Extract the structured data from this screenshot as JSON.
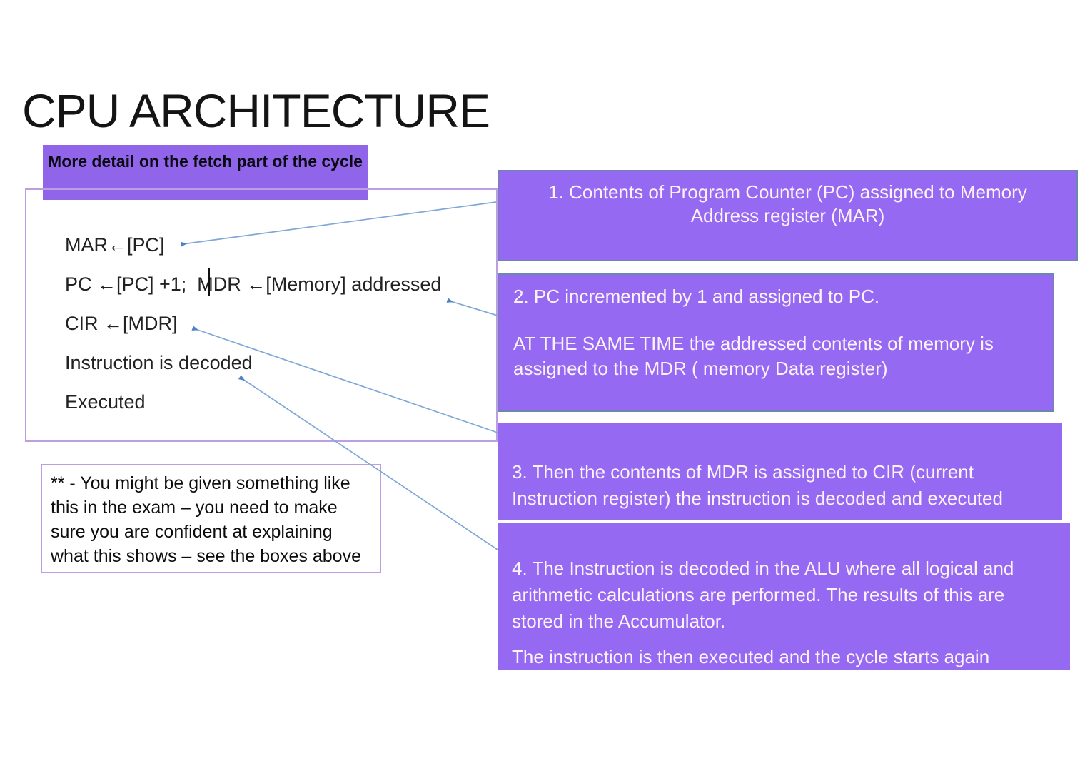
{
  "slide": {
    "title": "CPU ARCHITECTURE",
    "header_box": {
      "text": "More detail on the fetch part of the cycle"
    },
    "code_box": {
      "lines": [
        "MAR←[PC]",
        "PC ←[PC] +1;  MDR ←[Memory] addressed",
        "CIR ←[MDR]",
        "Instruction is decoded",
        "Executed"
      ]
    },
    "exam_note": {
      "text": "** - You might be given something like this in the exam – you need to make sure you are confident at explaining what this shows – see the boxes above"
    },
    "callouts": [
      {
        "id": "1",
        "text": "1. Contents of Program Counter (PC) assigned to Memory Address register (MAR)"
      },
      {
        "id": "2",
        "paragraphs": [
          "2. PC incremented by 1 and assigned to PC.",
          "AT THE SAME TIME the addressed contents of memory is assigned to the MDR ( memory Data register)"
        ]
      },
      {
        "id": "3",
        "text": "3. Then the contents of MDR is assigned to CIR (current Instruction register) the instruction is decoded and executed"
      },
      {
        "id": "4",
        "paragraphs": [
          "4. The Instruction is decoded in the ALU where all logical and arithmetic calculations are performed. The results of this are stored in the Accumulator.",
          "The instruction is then executed and the cycle starts again"
        ]
      }
    ],
    "connections": [
      {
        "from": "callout-step-1",
        "to": "pseudocode-line-mar"
      },
      {
        "from": "callout-step-2",
        "to": "pseudocode-line-pc-mdr"
      },
      {
        "from": "callout-step-3",
        "to": "pseudocode-line-cir"
      },
      {
        "from": "callout-step-4",
        "to": "pseudocode-line-decoded"
      }
    ],
    "colors": {
      "callout_fill": "#9569f2",
      "header_fill": "#9165ea",
      "callout_border": "#6b87ad",
      "outline_border": "#bb9fe2",
      "arrow": "#7fa7d7",
      "callout_text": "#fcf2fa",
      "body_text": "#222222"
    }
  }
}
